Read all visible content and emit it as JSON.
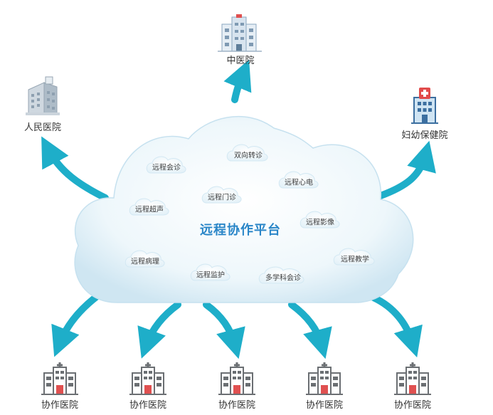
{
  "platform": {
    "title": "远程协作平台"
  },
  "services": [
    "远程会诊",
    "双向转诊",
    "远程心电",
    "远程门诊",
    "远程超声",
    "远程影像",
    "远程病理",
    "远程监护",
    "多学科会诊",
    "远程教学"
  ],
  "top_hospitals": {
    "tcm": "中医院",
    "peoples": "人民医院",
    "maternal_child": "妇幼保健院"
  },
  "collab_hospitals": [
    "协作医院",
    "协作医院",
    "协作医院",
    "协作医院",
    "协作医院"
  ],
  "colors": {
    "arrow": "#1eaec9",
    "title": "#2a86c8",
    "cloud": "#dff0f8",
    "cross_red": "#e05050",
    "building_gray": "#6b6f73"
  },
  "icons": {
    "tcm": "office-building-icon",
    "peoples": "hospital-tower-icon",
    "maternal_child": "hospital-cross-icon",
    "collab": "hospital-building-icon"
  }
}
